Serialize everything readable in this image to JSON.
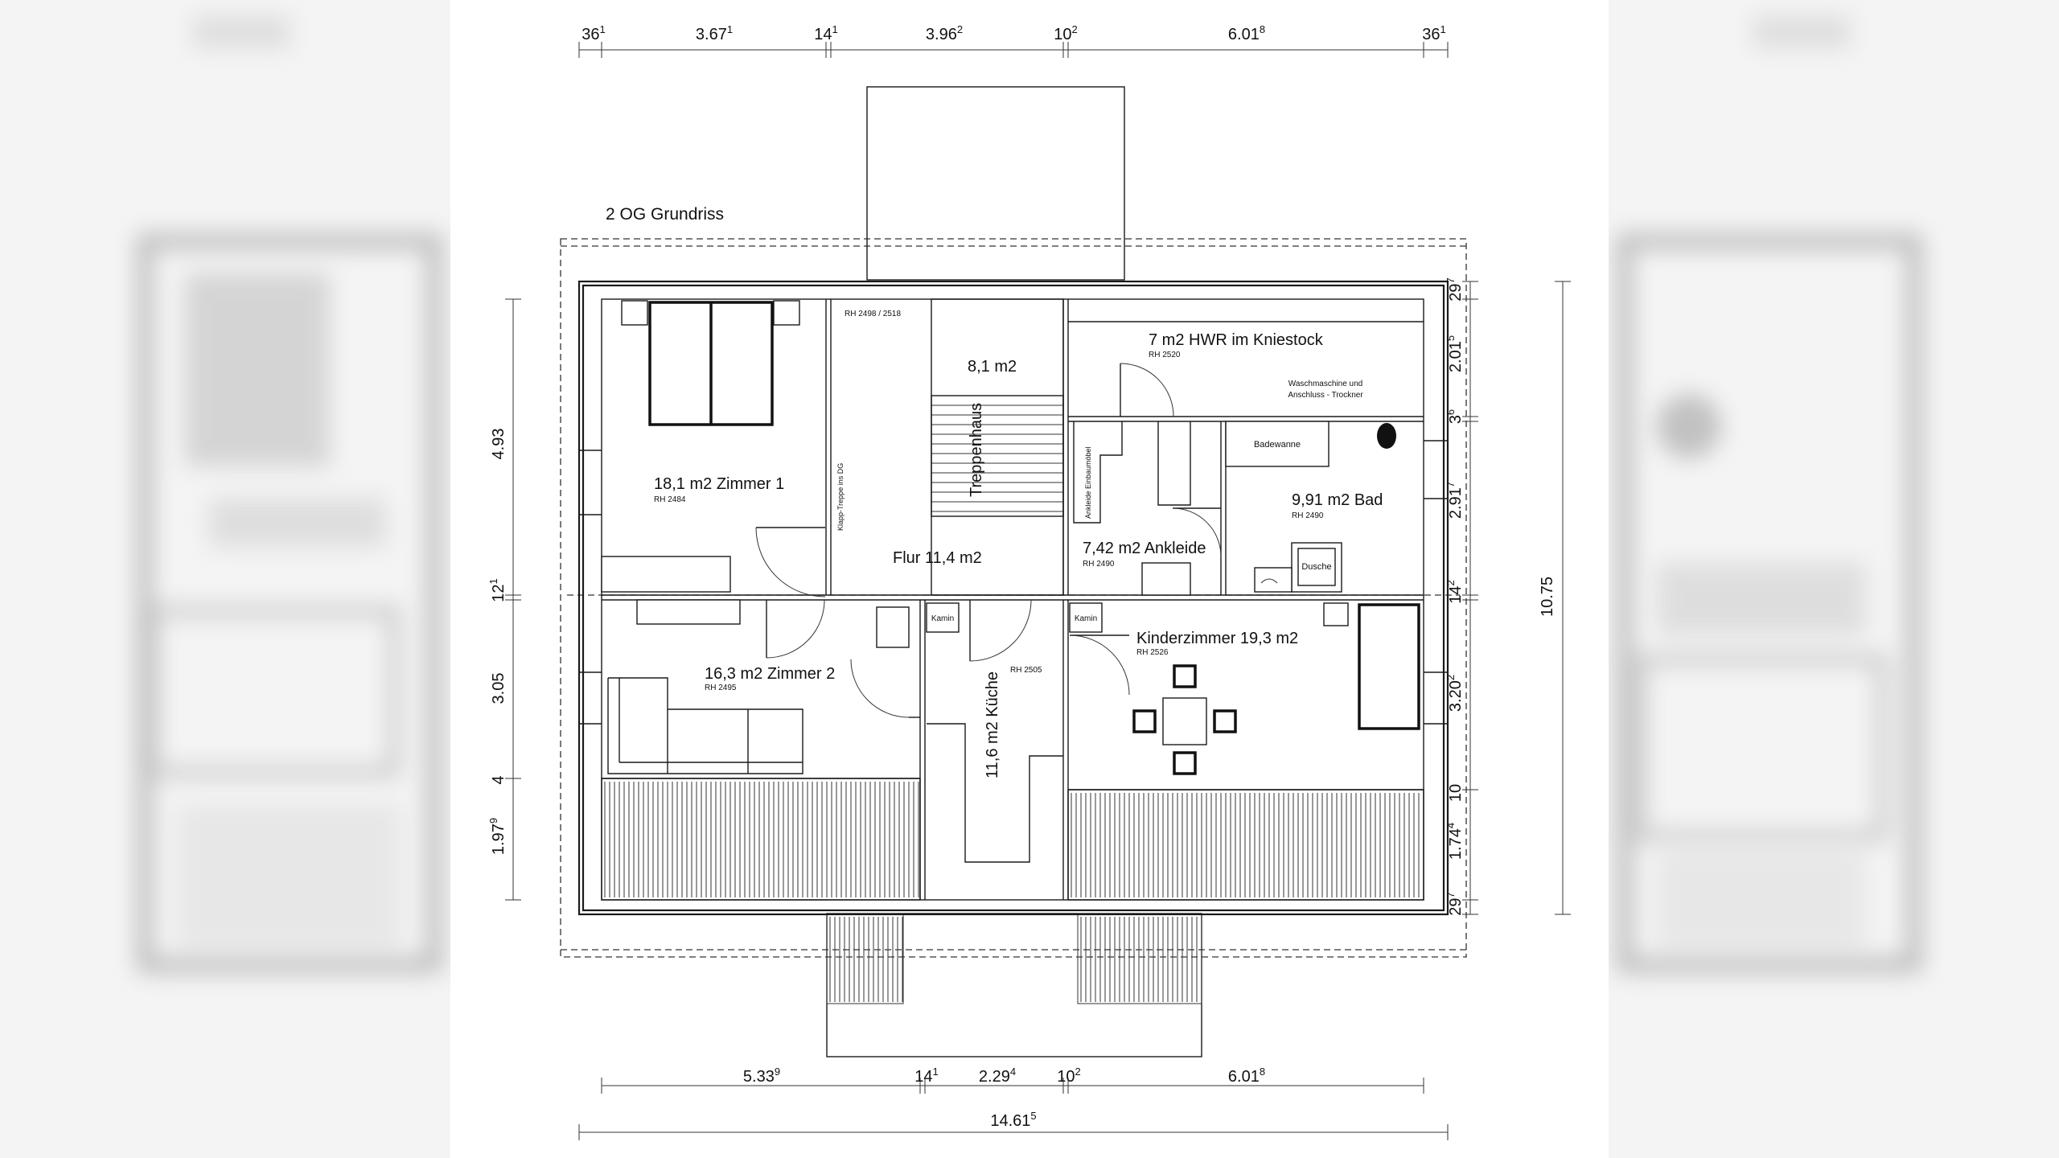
{
  "plan": {
    "title": "2 OG Grundriss",
    "dims_top": [
      {
        "val": "36",
        "sup": "1"
      },
      {
        "val": "3.67",
        "sup": "1"
      },
      {
        "val": "14",
        "sup": "1"
      },
      {
        "val": "3.96",
        "sup": "2"
      },
      {
        "val": "10",
        "sup": "2"
      },
      {
        "val": "6.01",
        "sup": "8"
      },
      {
        "val": "36",
        "sup": "1"
      }
    ],
    "dims_bottom": [
      {
        "val": "5.33",
        "sup": "9"
      },
      {
        "val": "14",
        "sup": "1"
      },
      {
        "val": "2.29",
        "sup": "4"
      },
      {
        "val": "10",
        "sup": "2"
      },
      {
        "val": "6.01",
        "sup": "8"
      }
    ],
    "dim_total_width": {
      "val": "14.61",
      "sup": "5"
    },
    "dims_left": [
      {
        "val": "4.93",
        "sup": ""
      },
      {
        "val": "12",
        "sup": "1"
      },
      {
        "val": "3.05",
        "sup": ""
      },
      {
        "val": "4",
        "sup": ""
      },
      {
        "val": "1.97",
        "sup": "9"
      }
    ],
    "dims_right": [
      {
        "val": "29",
        "sup": "7"
      },
      {
        "val": "2.01",
        "sup": "5"
      },
      {
        "val": "3",
        "sup": "6"
      },
      {
        "val": "2.91",
        "sup": "7"
      },
      {
        "val": "14",
        "sup": "2"
      },
      {
        "val": "3.20",
        "sup": "2"
      },
      {
        "val": "10",
        "sup": ""
      },
      {
        "val": "1.74",
        "sup": "4"
      },
      {
        "val": "29",
        "sup": "7"
      }
    ],
    "dim_total_height": "10.75",
    "rooms": {
      "zimmer1": {
        "label": "18,1 m2 Zimmer 1",
        "rh": "RH 2484"
      },
      "stair_rh": "RH 2498 / 2518",
      "stair_area": "8,1 m2",
      "treppenhaus": "Treppenhaus",
      "klapp": "Klapp-Treppe ins DG",
      "flur": "Flur 11,4 m2",
      "hwr": {
        "label": "7 m2 HWR im Kniestock",
        "rh": "RH 2520"
      },
      "wasch1": "Waschmaschine und",
      "wasch2": "Anschluss - Trockner",
      "ankleide": {
        "label": "7,42 m2 Ankleide",
        "rh": "RH 2490"
      },
      "einbau": "Ankleide Einbaumöbel",
      "bad": {
        "label": "9,91 m2 Bad",
        "rh": "RH 2490"
      },
      "badewanne": "Badewanne",
      "dusche": "Dusche",
      "zimmer2": {
        "label": "16,3 m2 Zimmer 2",
        "rh": "RH 2495"
      },
      "kamin1": "Kamin",
      "kamin2": "Kamin",
      "kueche": {
        "label": "11,6 m2  Küche",
        "rh": "RH 2505"
      },
      "kinder": {
        "label": "Kinderzimmer  19,3 m2",
        "rh": "RH 2526"
      }
    }
  }
}
